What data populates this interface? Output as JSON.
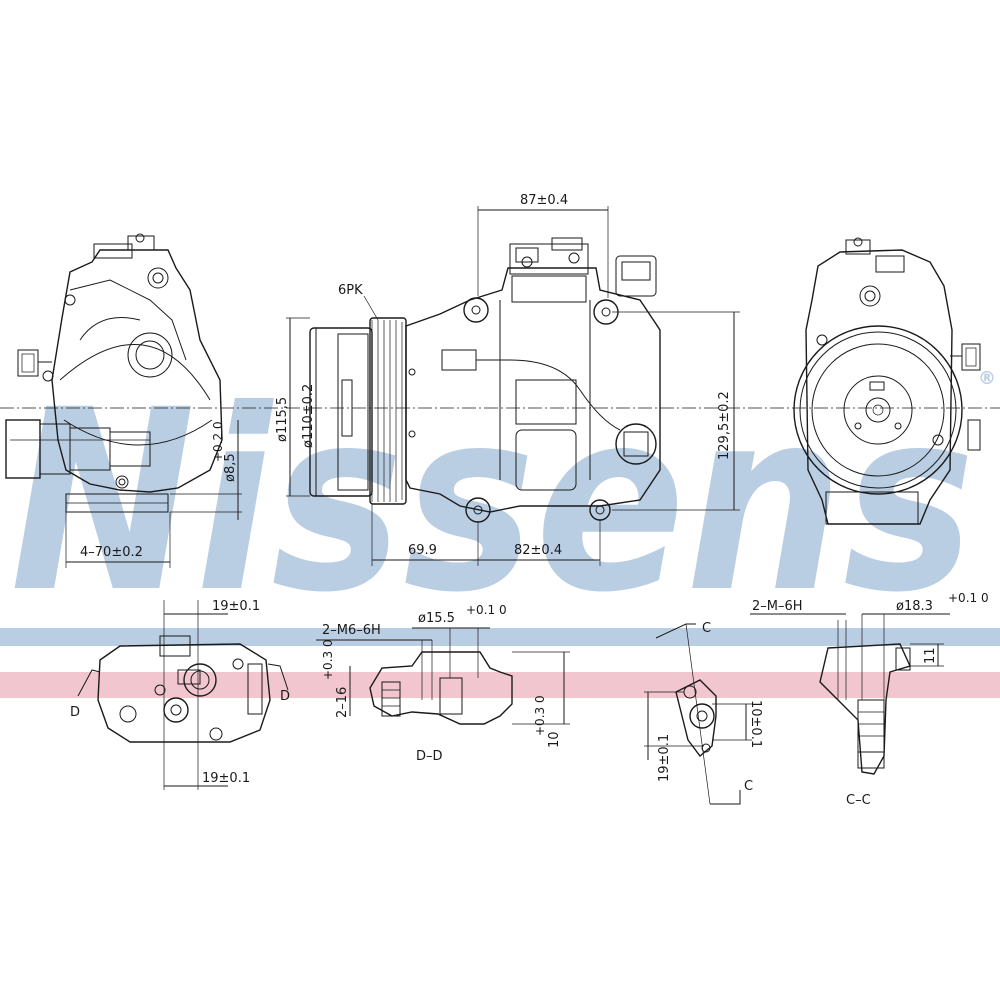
{
  "watermark": {
    "brand": "Nissens",
    "registered": "®",
    "brand_color": "#b9cde3",
    "stripe_blue": "#b9cde3",
    "stripe_red": "#f1c6cf"
  },
  "dimensions": {
    "top_width": "87±0.4",
    "belt": "6PK",
    "pulley_outer": "ø115,5",
    "pulley_inner": "ø110±0.2",
    "height_right": "129,5±0.2",
    "bottom_left": "69.9",
    "bottom_right": "82±0.4",
    "bore": "ø8,5",
    "bore_tol": "+0.2 0",
    "holes": "4–70±0.2"
  },
  "sections": {
    "d_top": "19±0.1",
    "d_bottom": "19±0.1",
    "dd_thread": "2–M6–6H",
    "dd_bore": "ø15.5",
    "dd_bore_tol": "+0.1 0",
    "dd_depth": "2–16",
    "dd_depth_tol": "+0.3 0",
    "dd_height": "10",
    "dd_height_tol": "+0.3 0",
    "dd_label": "D–D",
    "c_a": "19±0.1",
    "c_b": "10±0.1",
    "cc_thread": "2–M–6H",
    "cc_bore": "ø18.3",
    "cc_bore_tol": "+0.1 0",
    "cc_h": "11",
    "cc_label": "C–C",
    "mark_d": "D",
    "mark_c": "C"
  }
}
